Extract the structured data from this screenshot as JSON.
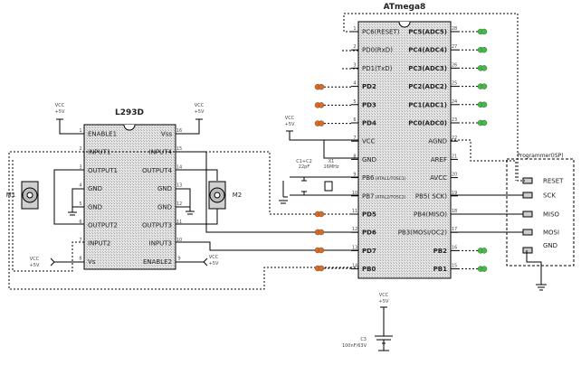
{
  "atmega": {
    "title": "ATmega8",
    "left_pins": [
      "PC6(RESET)",
      "PD0(RxD)",
      "PD1(TxD)",
      "PD2",
      "PD3",
      "PD4",
      "VCC",
      "GND",
      "PB6",
      "PB7",
      "PD5",
      "PD6",
      "PD7",
      "PB0"
    ],
    "left_pins_bold": [
      false,
      false,
      false,
      true,
      true,
      true,
      false,
      false,
      false,
      false,
      true,
      true,
      true,
      true
    ],
    "left_sub": {
      "8": "(XTAL1/TOSC1)",
      "9": "(XTAL2/TOSC2)"
    },
    "left_nums": [
      "1",
      "2",
      "3",
      "4",
      "5",
      "6",
      "7",
      "8",
      "9",
      "10",
      "11",
      "12",
      "13",
      "14"
    ],
    "right_pins": [
      "PC5(ADC5)",
      "PC4(ADC4)",
      "PC3(ADC3)",
      "PC2(ADC2)",
      "PC1(ADC1)",
      "PC0(ADC0)",
      "AGND",
      "AREF",
      "AVCC",
      "PB5( SCK)",
      "PB4(MISO)",
      "PB3(MOSI/OC2)",
      "PB2",
      "PB1"
    ],
    "right_pins_bold": [
      true,
      true,
      true,
      true,
      true,
      true,
      false,
      false,
      false,
      false,
      false,
      false,
      true,
      true
    ],
    "right_nums": [
      "28",
      "27",
      "26",
      "25",
      "24",
      "23",
      "22",
      "21",
      "20",
      "19",
      "18",
      "17",
      "16",
      "15"
    ]
  },
  "l293d": {
    "title": "L293D",
    "left_pins": [
      "ENABLE1",
      "INPUT1",
      "OUTPUT1",
      "GND",
      "GND",
      "OUTPUT2",
      "INPUT2",
      "Vs"
    ],
    "left_nums": [
      "1",
      "2",
      "3",
      "4",
      "5",
      "6",
      "7",
      "8"
    ],
    "right_pins": [
      "Vss",
      "INPUT4",
      "OUTPUT4",
      "GND",
      "GND",
      "OUTPUT3",
      "INPUT3",
      "ENABLE2"
    ],
    "right_nums": [
      "16",
      "15",
      "14",
      "13",
      "12",
      "11",
      "10",
      "9"
    ]
  },
  "motors": {
    "m1": "M1",
    "m2": "M2"
  },
  "supplies": {
    "vcc_l293_left": [
      "VCC",
      "+5V"
    ],
    "vcc_l293_right": [
      "VCC",
      "+5V"
    ],
    "vcc_vs": [
      "VCC",
      "+5V"
    ],
    "vcc_enable2": [
      "VCC",
      "+5V"
    ],
    "vcc_atmega": [
      "VCC",
      "+5V"
    ],
    "vcc_bottom": [
      "VCC",
      "+5V"
    ]
  },
  "crystal": {
    "caps": [
      "C1+C2",
      "22pF"
    ],
    "xtal": [
      "X1",
      "16MHz"
    ]
  },
  "bottom_cap": [
    "C3",
    "100nF/63V"
  ],
  "programmer": {
    "title": "Programmer(ISP)",
    "pins": [
      "RESET",
      "SCK",
      "MISO",
      "MOSI",
      "GND"
    ]
  },
  "colors": {
    "led_orange": "#e06a1c",
    "led_green": "#3fbf3f",
    "hatch": "#bdbdbd"
  }
}
